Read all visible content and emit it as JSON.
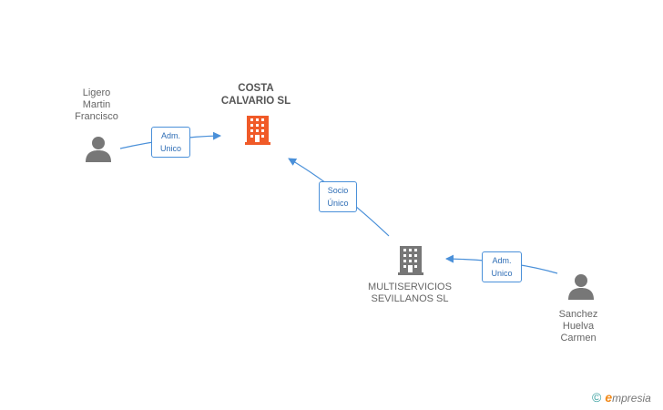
{
  "nodes": {
    "costa": {
      "label": "COSTA\nCALVARIO SL",
      "color": "#f05a28"
    },
    "multi": {
      "label": "MULTISERVICIOS\nSEVILLANOS SL",
      "color": "#777777"
    },
    "ligero": {
      "label": "Ligero\nMartin\nFrancisco",
      "color": "#777777"
    },
    "sanchez": {
      "label": "Sanchez\nHuelva\nCarmen",
      "color": "#777777"
    }
  },
  "edges": {
    "ligero_costa": "Adm.\nUnico",
    "multi_costa": "Socio\nÚnico",
    "sanchez_multi": "Adm.\nUnico"
  },
  "colors": {
    "edge": "#4a90d9",
    "accent": "#f05a28"
  },
  "brand": {
    "copyright": "©",
    "logo_e": "e",
    "logo_rest": "mpresia"
  }
}
